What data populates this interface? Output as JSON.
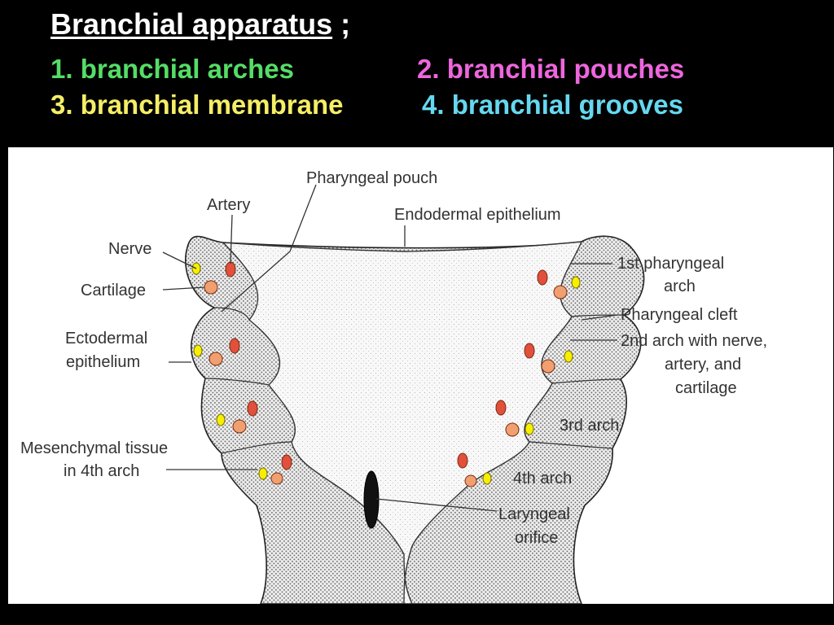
{
  "slide": {
    "title": "Branchial apparatus",
    "title_suffix": ";",
    "legend": [
      {
        "text": "1. branchial arches",
        "color": "#55dd66"
      },
      {
        "text": "2. branchial pouches",
        "color": "#ee66dd"
      },
      {
        "text": "3. branchial membrane",
        "color": "#f5ee66"
      },
      {
        "text": "4. branchial grooves",
        "color": "#66d8f0"
      }
    ]
  },
  "diagram": {
    "colors": {
      "artery": "#e0503c",
      "cartilage": "#f0a070",
      "nerve": "#f5f000"
    },
    "labels": {
      "pharyngeal_pouch": "Pharyngeal pouch",
      "artery": "Artery",
      "endodermal_epithelium": "Endodermal epithelium",
      "nerve": "Nerve",
      "cartilage": "Cartilage",
      "ectodermal_epithelium_1": "Ectodermal",
      "ectodermal_epithelium_2": "epithelium",
      "mesenchymal_1": "Mesenchymal tissue",
      "mesenchymal_2": "in 4th arch",
      "first_arch_1": "1st pharyngeal",
      "first_arch_2": "arch",
      "pharyngeal_cleft": "Pharyngeal cleft",
      "second_arch_1": "2nd arch with nerve,",
      "second_arch_2": "artery, and",
      "second_arch_3": "cartilage",
      "third_arch": "3rd arch",
      "fourth_arch": "4th arch",
      "laryngeal_1": "Laryngeal",
      "laryngeal_2": "orifice"
    }
  }
}
